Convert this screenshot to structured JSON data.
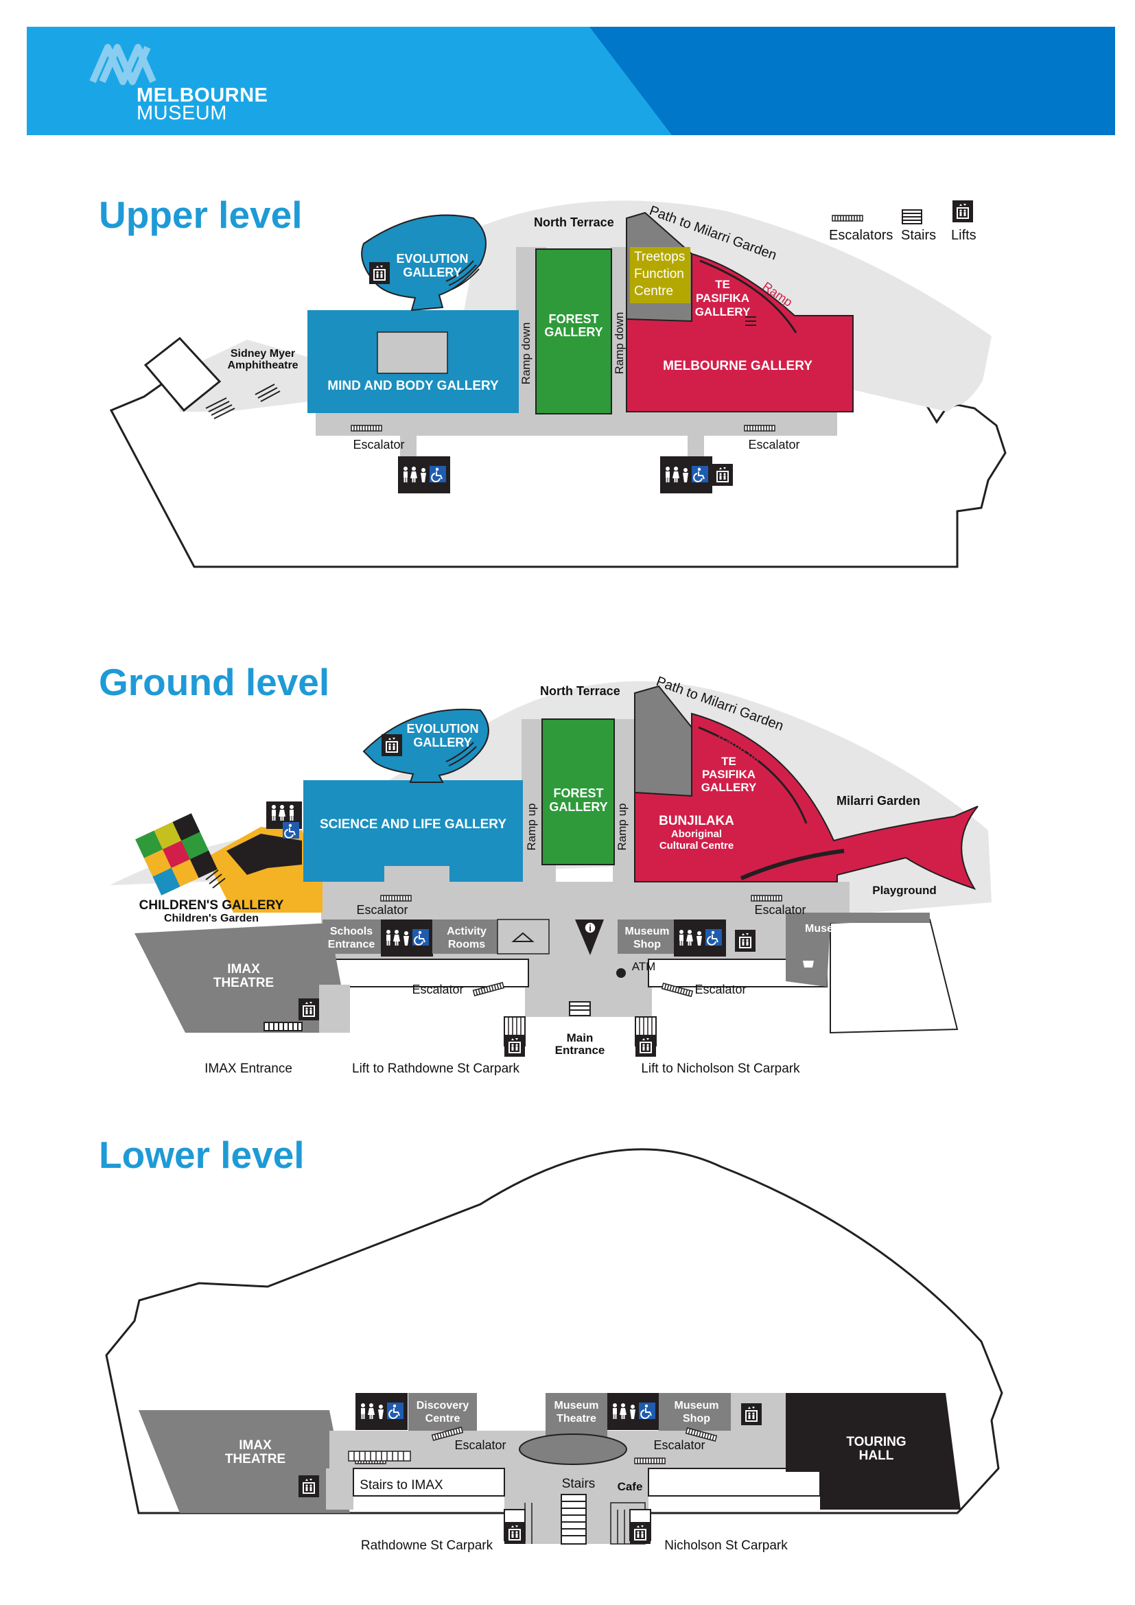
{
  "header": {
    "brand_line1": "MELBOURNE",
    "brand_line2": "MUSEUM",
    "colors": {
      "banner_left": "#1aa6e6",
      "banner_right": "#0077c8",
      "logo": "#8fd0f2"
    }
  },
  "legend": {
    "escalators": "Escalators",
    "stairs": "Stairs",
    "lifts": "Lifts"
  },
  "colors": {
    "teal_gallery": "#1b8fbf",
    "forest": "#2e9a3a",
    "red_gallery": "#d21f4a",
    "corridor": "#c8c8c8",
    "dark_grey": "#808080",
    "facility": "#231f20",
    "accessible_blue": "#1f5cb0",
    "children_yellow": "#f4b324",
    "title_blue": "#1e9ad6",
    "treetops_highlight": "#b4a800"
  },
  "upper": {
    "title": "Upper level",
    "north_terrace": "North Terrace",
    "path_to_milarri": "Path to Milarri Garden",
    "evolution_1": "EVOLUTION",
    "evolution_2": "GALLERY",
    "forest_1": "FOREST",
    "forest_2": "GALLERY",
    "ramp_down": "Ramp down",
    "treetops_1": "Treetops",
    "treetops_2": "Function",
    "treetops_3": "Centre",
    "te_pasifika_1": "TE",
    "te_pasifika_2": "PASIFIKA",
    "te_pasifika_3": "GALLERY",
    "ramp": "Ramp",
    "melbourne_gallery": "MELBOURNE GALLERY",
    "mind_body": "MIND AND BODY GALLERY",
    "sidney_1": "Sidney Myer",
    "sidney_2": "Amphitheatre",
    "escalator": "Escalator"
  },
  "ground": {
    "title": "Ground level",
    "north_terrace": "North Terrace",
    "path_to_milarri": "Path to Milarri Garden",
    "evolution_1": "EVOLUTION",
    "evolution_2": "GALLERY",
    "forest_1": "FOREST",
    "forest_2": "GALLERY",
    "ramp_up": "Ramp up",
    "te_pasifika_1": "TE",
    "te_pasifika_2": "PASIFIKA",
    "te_pasifika_3": "GALLERY",
    "milarri_garden": "Milarri Garden",
    "bunjilaka_1": "BUNJILAKA",
    "bunjilaka_2": "Aboriginal",
    "bunjilaka_3": "Cultural Centre",
    "science_life": "SCIENCE AND LIFE GALLERY",
    "childrens_gallery": "CHILDREN'S GALLERY",
    "childrens_garden": "Children's Garden",
    "playground": "Playground",
    "escalator": "Escalator",
    "schools_1": "Schools",
    "schools_2": "Entrance",
    "activity_1": "Activity",
    "activity_2": "Rooms",
    "museum_shop_1": "Museum",
    "museum_shop_2": "Shop",
    "museum_cafe": "Museum Cafe",
    "atm": "ATM",
    "imax_1": "IMAX",
    "imax_2": "THEATRE",
    "main_entrance_1": "Main",
    "main_entrance_2": "Entrance",
    "imax_entrance": "IMAX Entrance",
    "lift_rathdowne": "Lift to Rathdowne St Carpark",
    "lift_nicholson": "Lift to Nicholson St Carpark"
  },
  "lower": {
    "title": "Lower level",
    "discovery_1": "Discovery",
    "discovery_2": "Centre",
    "museum_theatre_1": "Museum",
    "museum_theatre_2": "Theatre",
    "museum_shop_1": "Museum",
    "museum_shop_2": "Shop",
    "touring_1": "TOURING",
    "touring_2": "HALL",
    "imax_1": "IMAX",
    "imax_2": "THEATRE",
    "escalator": "Escalator",
    "stairs_to_imax": "Stairs to IMAX",
    "stairs": "Stairs",
    "cafe": "Cafe",
    "rathdowne": "Rathdowne St Carpark",
    "nicholson": "Nicholson St Carpark"
  }
}
